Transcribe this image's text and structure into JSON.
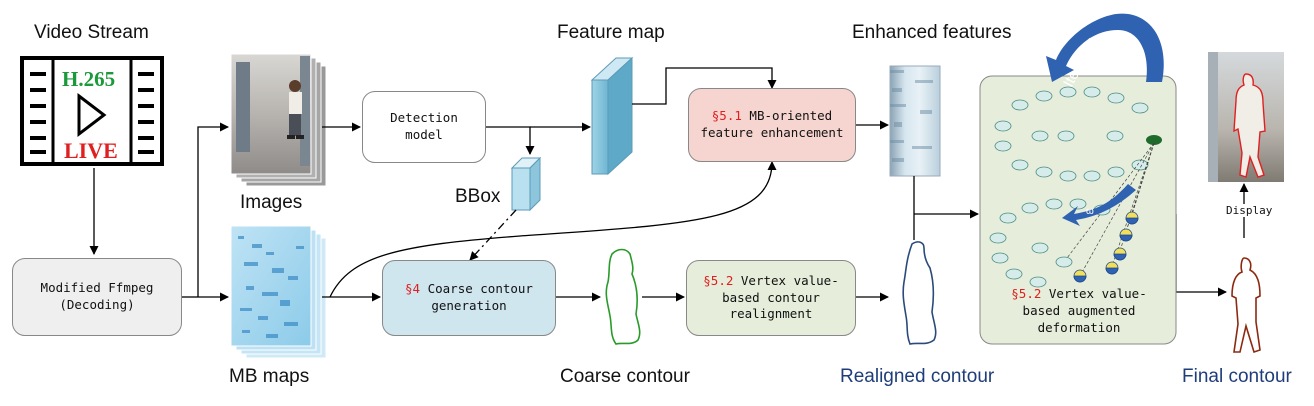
{
  "labels": {
    "video_stream": "Video Stream",
    "feature_map": "Feature map",
    "enhanced_features": "Enhanced features",
    "images": "Images",
    "bbox": "BBox",
    "mb_maps": "MB maps",
    "coarse_contour": "Coarse contour",
    "realigned_contour": "Realigned contour",
    "final_contour": "Final contour",
    "display": "Display",
    "iteration": "Iteration",
    "omega": "ω"
  },
  "video_icon": {
    "codec": "H.265",
    "live": "LIVE"
  },
  "boxes": {
    "ffmpeg_line1": "Modified Ffmpeg",
    "ffmpeg_line2": "(Decoding)",
    "detection_line1": "Detection",
    "detection_line2": "model",
    "mb_enh_sec": "§5.1",
    "mb_enh_line1": " MB-oriented",
    "mb_enh_line2": "feature enhancement",
    "coarse_sec": "§4",
    "coarse_line1": " Coarse contour",
    "coarse_line2": "generation",
    "realign_sec": "§5.2",
    "realign_line1": " Vertex value-",
    "realign_line2": "based contour",
    "realign_line3": "realignment",
    "deform_sec": "§5.2",
    "deform_line1": " Vertex value-",
    "deform_line2": "based augmented",
    "deform_line3": "deformation"
  },
  "colors": {
    "ffmpeg_fill": "#efefef",
    "detection_fill": "#ffffff",
    "mb_enh_fill": "#f6d5d0",
    "coarse_fill": "#cfe6ef",
    "realign_fill": "#e6eedb",
    "deform_fill": "#e6eedb",
    "section_red": "#e02020",
    "codec_green": "#1a9a3a",
    "live_red": "#e02020",
    "feature_blue": "#7fc3dc",
    "arrow_blue": "#2f62b0",
    "coarse_contour": "#2a9a2a",
    "realigned_contour": "#2a4a7a",
    "final_contour": "#8b2a10"
  }
}
